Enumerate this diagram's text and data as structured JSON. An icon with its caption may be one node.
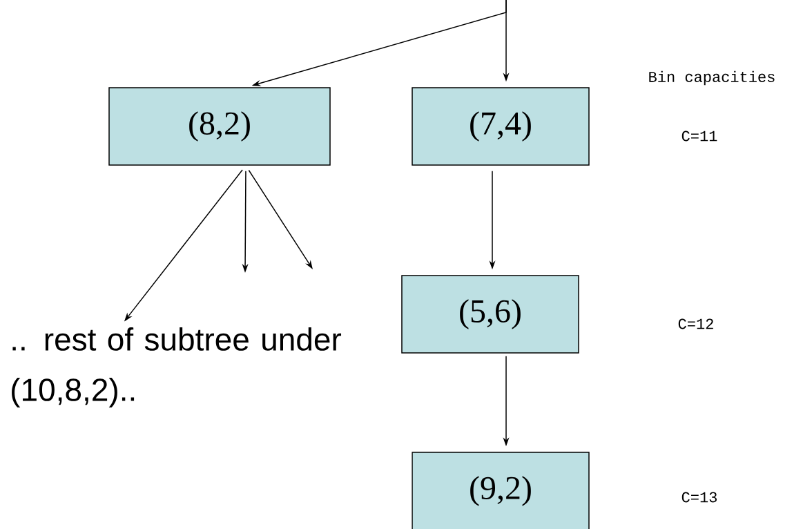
{
  "diagram": {
    "nodes": [
      {
        "text": [
          "(8,2)"
        ]
      },
      {
        "text": [
          "(7,4)"
        ]
      },
      {
        "text": [
          "(5,6)"
        ]
      },
      {
        "text": [
          "(9,2)"
        ]
      },
      {
        "text": [
          ".. rest of subtree under (10,8,2).."
        ]
      }
    ],
    "edges": [
      {
        "from": null,
        "to": 0,
        "arrow": "to"
      },
      {
        "from": null,
        "to": 1,
        "arrow": "to"
      },
      {
        "from": 0,
        "to": 4,
        "arrow": "to"
      },
      {
        "from": 0,
        "to": null,
        "arrow": "to"
      },
      {
        "from": 0,
        "to": null,
        "arrow": "to"
      },
      {
        "from": 1,
        "to": 2,
        "arrow": "to"
      },
      {
        "from": 2,
        "to": 3,
        "arrow": "to"
      }
    ],
    "labels": [
      "Bin capacities",
      "C=11",
      "C=12",
      "C=13"
    ]
  }
}
